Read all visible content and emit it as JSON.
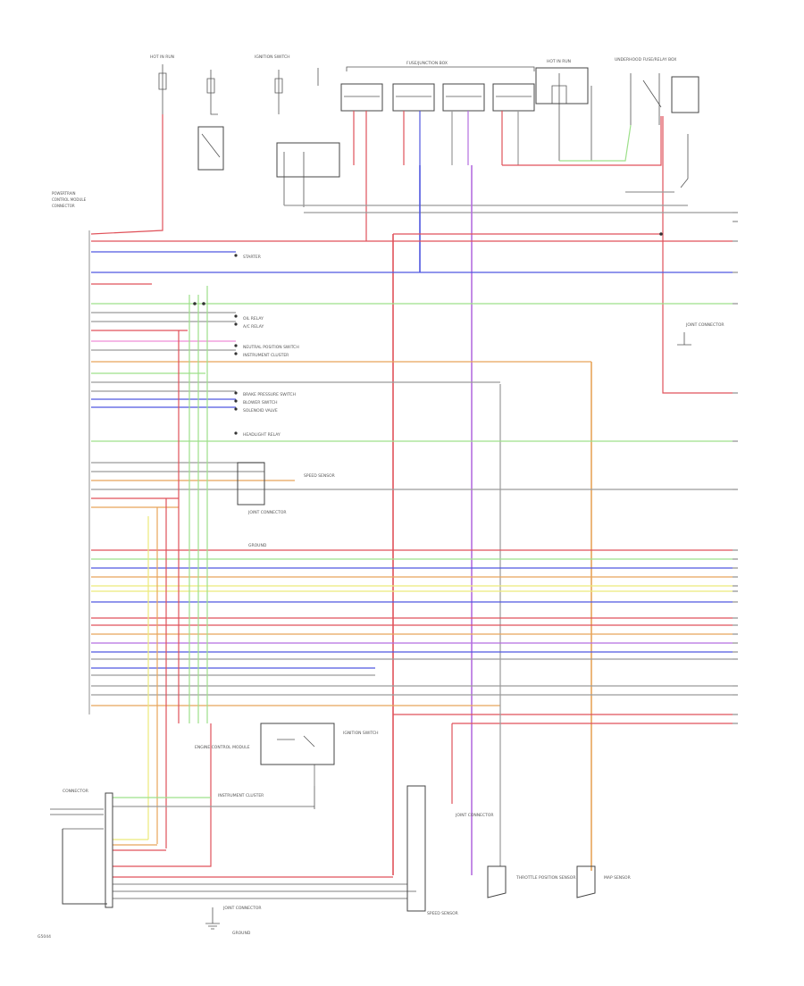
{
  "components": {
    "fuse_junction": "FUSE/JUNCTION BOX",
    "hot_in_run_left": "HOT IN RUN",
    "hot_in_run_right": "HOT IN RUN",
    "underhood_fuse": "UNDERHOOD FUSE/RELAY BOX",
    "ignition_switch": "IGNITION SWITCH",
    "starter": "STARTER",
    "oil_relay": "OIL RELAY",
    "ac_relay": "A/C RELAY",
    "neutral_position_sw": "NEUTRAL POSITION SWITCH",
    "instrument_cluster": "INSTRUMENT CLUSTER",
    "brake_pressure_sw": "BRAKE PRESSURE SWITCH",
    "blower_switch": "BLOWER SWITCH",
    "solenoid_valve": "SOLENOID VALVE",
    "headlight_relay": "HEADLIGHT RELAY",
    "speed_sensor": "SPEED SENSOR",
    "joint_connector_a": "JOINT CONNECTOR",
    "joint_connector_b": "JOINT CONNECTOR",
    "joint_connector_c": "JOINT CONNECTOR",
    "ecm": "ENGINE CONTROL MODULE",
    "connector_left": "CONNECTOR",
    "throttle_sensor": "THROTTLE POSITION SENSOR",
    "map_sensor": "MAP SENSOR",
    "ground": "GROUND",
    "diagram_id": "G5044"
  },
  "wire_colors": {
    "red": "#e0525a",
    "blue": "#4f57e0",
    "green": "#9de08a",
    "orange": "#e8a55a",
    "yellow": "#ecea7a",
    "violet": "#b46ee0",
    "pink": "#ef8ed8",
    "gray": "#9a9a9a",
    "dark": "#555555"
  }
}
